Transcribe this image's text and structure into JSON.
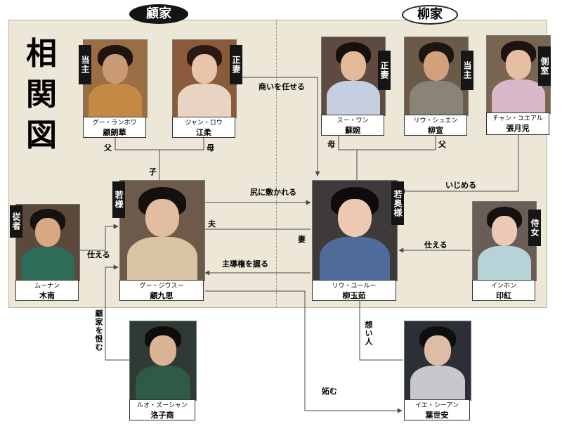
{
  "title": "相関図",
  "families": {
    "gu": "顧家",
    "liu": "柳家"
  },
  "people": {
    "gu_langhua": {
      "reading": "グー・ランホワ",
      "kanji": "顧朗華",
      "tag": "当主"
    },
    "jiang_rou": {
      "reading": "ジャン・ロウ",
      "kanji": "江柔",
      "tag": "正妻"
    },
    "su_wan": {
      "reading": "スー・ワン",
      "kanji": "蘇婉",
      "tag": "正妻"
    },
    "liu_xuan": {
      "reading": "リウ・シュエン",
      "kanji": "柳宣",
      "tag": "当主"
    },
    "zhang_yueer": {
      "reading": "チャン・ユエアル",
      "kanji": "張月児",
      "tag": "側室"
    },
    "gu_jiusi": {
      "reading": "グー・ジウスー",
      "kanji": "顧九思",
      "tag": "若様"
    },
    "liu_yuru": {
      "reading": "リウ・ユールー",
      "kanji": "柳玉茹",
      "tag": "若奥様"
    },
    "munan": {
      "reading": "ムーナン",
      "kanji": "木南",
      "tag": "従者"
    },
    "yinhong": {
      "reading": "インホン",
      "kanji": "印紅",
      "tag": "侍女"
    },
    "luo_zishang": {
      "reading": "ルオ・ズーシャン",
      "kanji": "洛子商"
    },
    "ye_shian": {
      "reading": "イエ・シーアン",
      "kanji": "葉世安"
    }
  },
  "relations": {
    "father_left": "父",
    "mother_left": "母",
    "child": "子",
    "mother_right": "母",
    "father_right": "父",
    "entrust_business": "商いを任せる",
    "henpecked": "尻に敷かれる",
    "husband": "夫",
    "wife": "妻",
    "take_lead": "主導権を握る",
    "bully": "いじめる",
    "serve_left": "仕える",
    "serve_right": "仕える",
    "grudge_gu": "顧家を恨む",
    "beloved": "想い人",
    "jealous": "妬む"
  },
  "colors": {
    "panel": "#ede7d8",
    "tag": "#151515",
    "line": "#4a4a4a"
  }
}
